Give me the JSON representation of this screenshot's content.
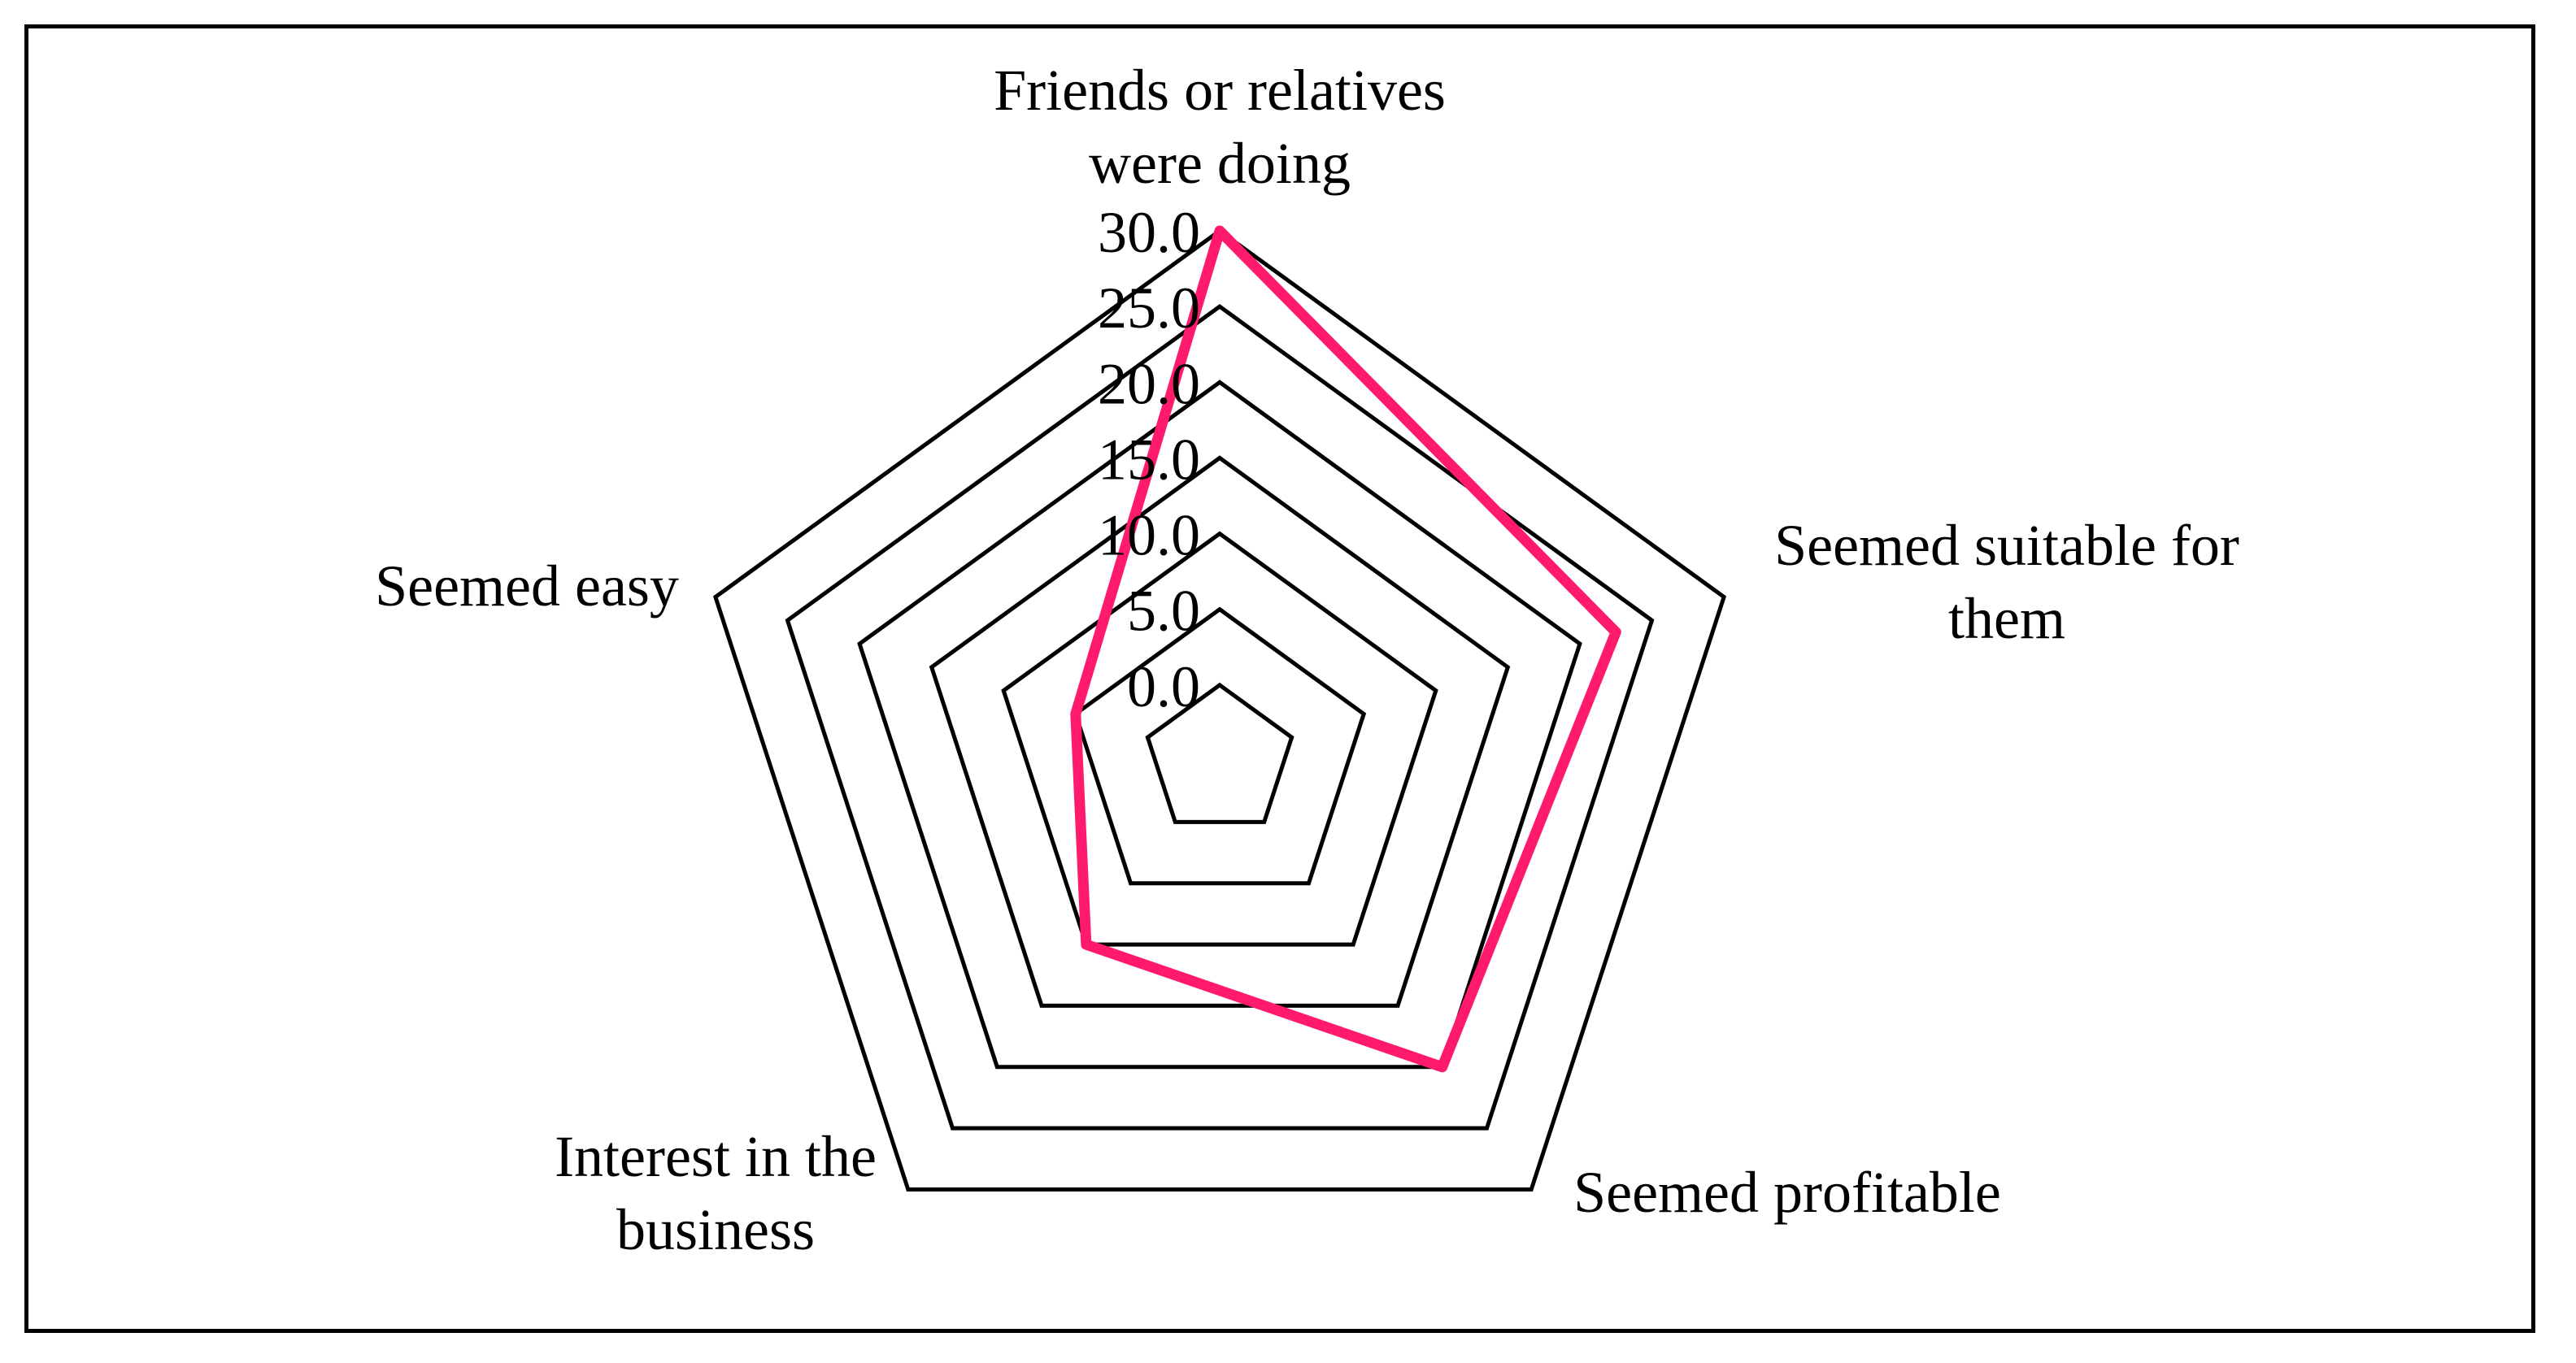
{
  "chart_data": {
    "type": "radar",
    "categories": [
      "Friends or relatives were doing",
      "Seemed suitable for them",
      "Seemed profitable",
      "Interest in the business",
      "Seemed easy"
    ],
    "category_label_lines": [
      [
        "Friends or relatives",
        "were doing"
      ],
      [
        "Seemed suitable for",
        "them"
      ],
      [
        "Seemed profitable"
      ],
      [
        "Interest in the",
        "business"
      ],
      [
        "Seemed easy"
      ]
    ],
    "ticks": [
      "0.0",
      "5.0",
      "10.0",
      "15.0",
      "20.0",
      "25.0",
      "30.0"
    ],
    "rmin": -5,
    "rmax": 30,
    "series": [
      {
        "values": [
          30.0,
          22.5,
          20.0,
          10.0,
          5.0
        ]
      }
    ],
    "series_color": "#FF1A6E",
    "grid_color": "#000000",
    "legend": "none"
  }
}
